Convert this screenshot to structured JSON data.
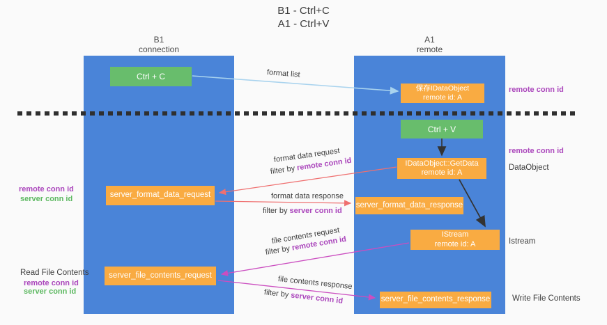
{
  "title": {
    "line1": "B1 - Ctrl+C",
    "line2": "A1 - Ctrl+V"
  },
  "lifelines": {
    "left": {
      "name": "B1",
      "role": "connection"
    },
    "right": {
      "name": "A1",
      "role": "remote"
    }
  },
  "boxes": {
    "ctrl_c": "Ctrl + C",
    "ctrl_v": "Ctrl + V",
    "save_idataobject": {
      "line1": "保存IDataObject",
      "line2": "remote id: A"
    },
    "idataobject_getdata": {
      "line1": "IDataObject::GetData",
      "line2": "remote id: A"
    },
    "istream": {
      "line1": "IStream",
      "line2": "remote id: A"
    },
    "server_format_data_request": "server_format_data_request",
    "server_format_data_response": "server_format_data_response",
    "server_file_contents_request": "server_file_contents_request",
    "server_file_contents_response": "server_file_contents_response"
  },
  "arrow_labels": {
    "format_list": "format list",
    "format_data_request": "format data request",
    "format_data_response": "format data response",
    "file_contents_request": "file contents request",
    "file_contents_response": "file contents response",
    "filter_by": "filter by ",
    "remote_conn_id": "remote conn id",
    "server_conn_id": "server conn id"
  },
  "side_labels": {
    "remote_conn_id": "remote conn id",
    "server_conn_id": "server conn id",
    "dataobject": "DataObject",
    "istream": "Istream",
    "read_file_contents": "Read File Contents",
    "write_file_contents": "Write File Contents"
  },
  "colors": {
    "background": "#fafafa",
    "column-blue": "#4a84d8",
    "box-green": "#68bd6c",
    "box-orange": "#f9ab42",
    "arrow-lightblue": "#a9d3ee",
    "arrow-salmon": "#ef7070",
    "arrow-magenta": "#cb4ec0",
    "arrow-black": "#333333",
    "text-dark": "#3d3d3d",
    "text-purple": "#ab47bc",
    "text-green": "#5cb860",
    "dash-black": "#2f2f2f"
  }
}
